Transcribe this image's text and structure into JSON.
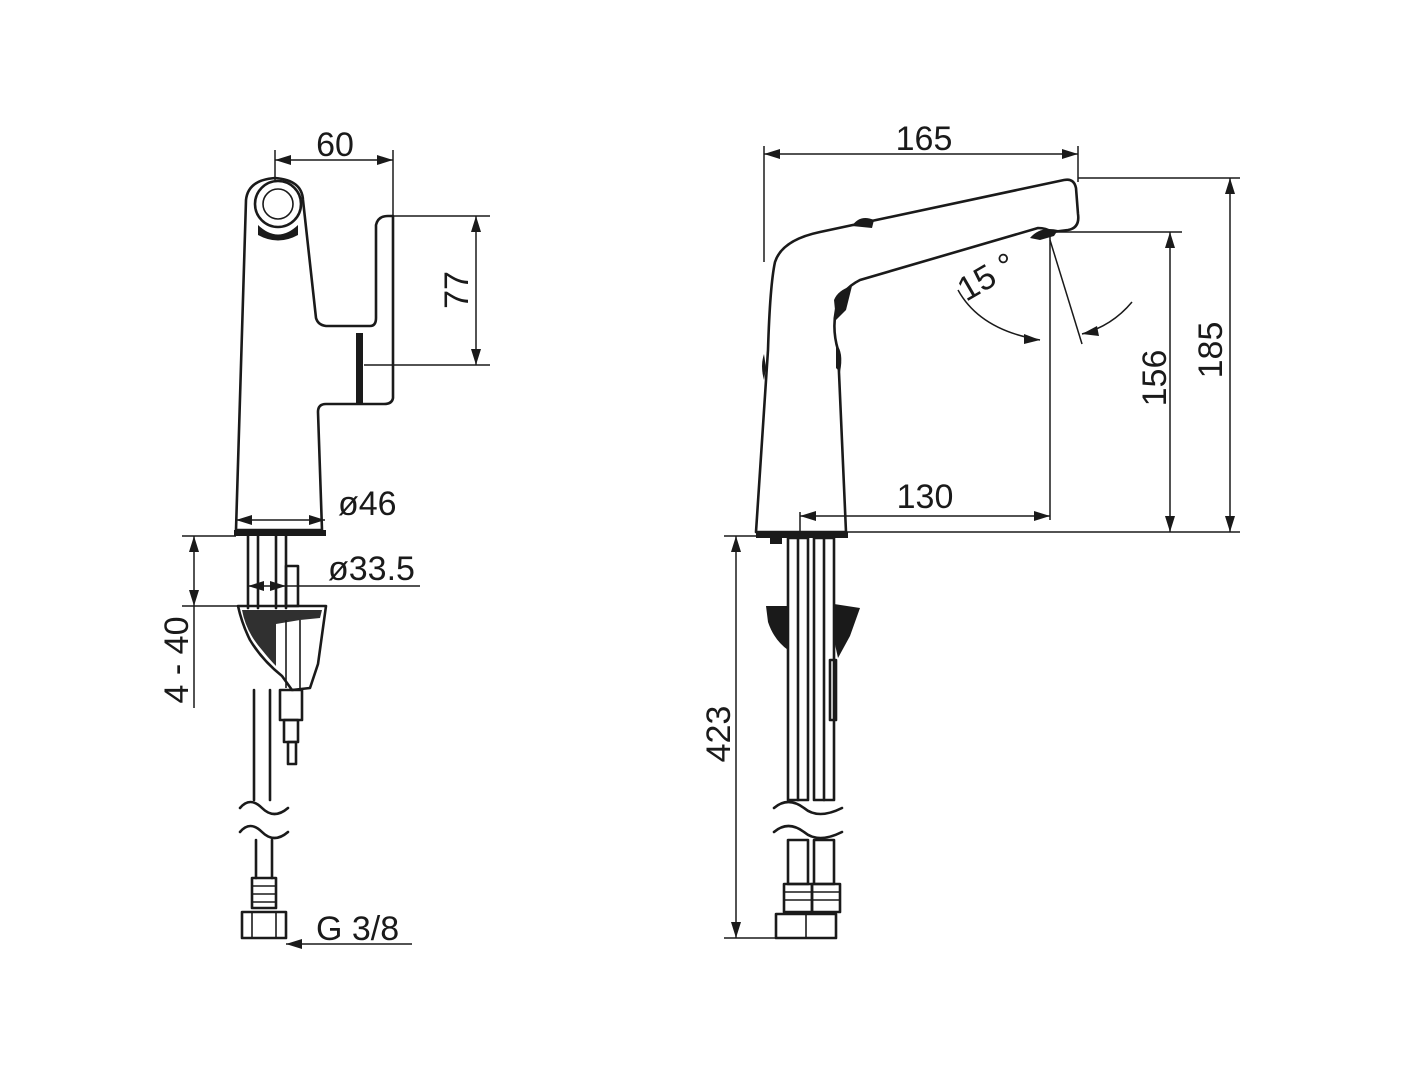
{
  "labels": {
    "width_top": "60",
    "handle_height": "77",
    "diameter_base": "ø46",
    "diameter_hole": "ø33.5",
    "deck_thickness": "4 - 40",
    "connection": "G 3/8",
    "spout_length": "165",
    "total_height": "185",
    "spout_height": "156",
    "reach": "130",
    "angle": "15 °",
    "hose_length": "423"
  }
}
